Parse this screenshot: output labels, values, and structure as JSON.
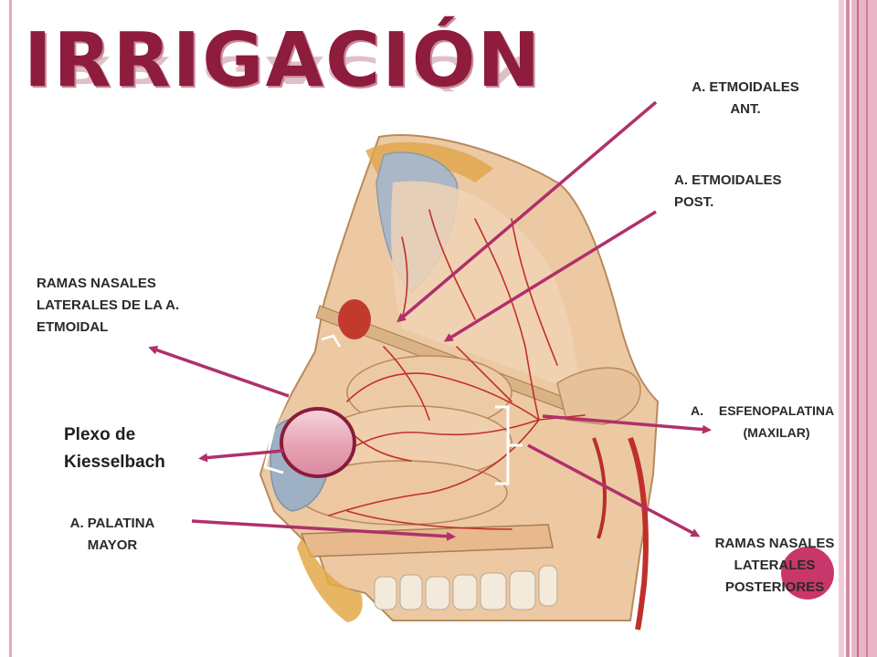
{
  "title": "IRRIGACIÓN",
  "labels": {
    "etmoidales_ant": "A. ETMOIDALES\nANT.",
    "etmoidales_post": "A.  ETMOIDALES\nPOST.",
    "ramas_nasales_laterales_etmoidal": "RAMAS NASALES\nLATERALES DE LA  A.\nETMOIDAL",
    "plexo_kiesselbach": "Plexo de\nKiesselbach",
    "esfenopalatina_prefix": "A.",
    "esfenopalatina": "ESFENOPALATINA\n(MAXILAR)",
    "palatina_mayor": "A. PALATINA\nMAYOR",
    "ramas_nasales_posteriores": "RAMAS NASALES\nLATERALES\nPOSTERIORES"
  },
  "colors": {
    "accent": "#8e1c3c",
    "arrow": "#b0306a",
    "highlight_fill": "#e9a9b6",
    "highlight_stroke": "#8b1a3a",
    "artery": "#c0302a",
    "tissue": "#e9c7a2",
    "sinus": "#9fb0c2"
  }
}
